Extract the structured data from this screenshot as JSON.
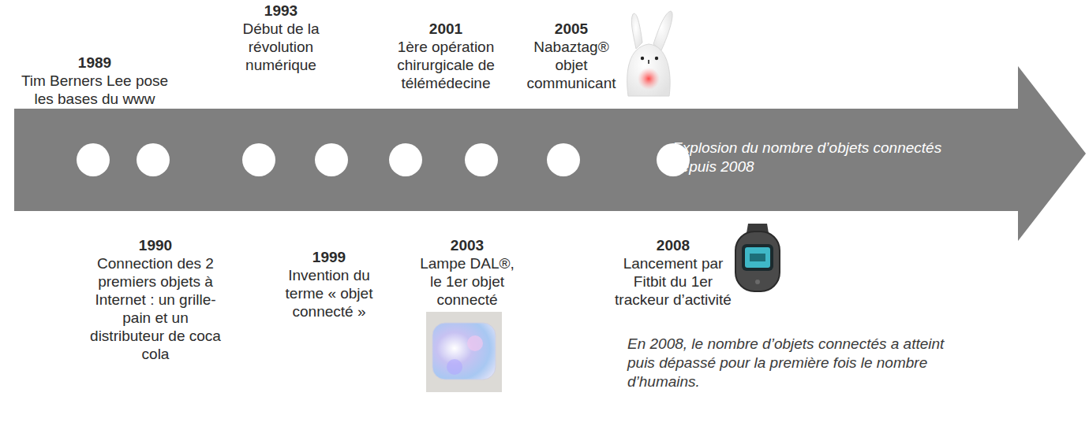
{
  "diagram": {
    "nodes": [
      {
        "text": [
          "Explosion du nombre d’objets connectés depuis 2008"
        ]
      }
    ],
    "labels": [
      "1989",
      "Tim Berners Lee pose les bases du www",
      "1993",
      "Début de la révolution numérique",
      "2001",
      "1ère opération chirurgicale de télémédecine",
      "2005",
      "Nabaztag® objet communicant",
      "1990",
      "Connection des 2 premiers objets à Internet : un grille-pain et un distributeur de coca cola",
      "1999",
      "Invention du terme « objet connecté »",
      "2003",
      "Lampe DAL®, le 1er objet connecté",
      "2008",
      "Lancement par Fitbit du 1er trackeur d’activité",
      "En 2008, le nombre d’objets connectés a atteint puis dépassé pour la première fois le nombre d’humains."
    ]
  }
}
